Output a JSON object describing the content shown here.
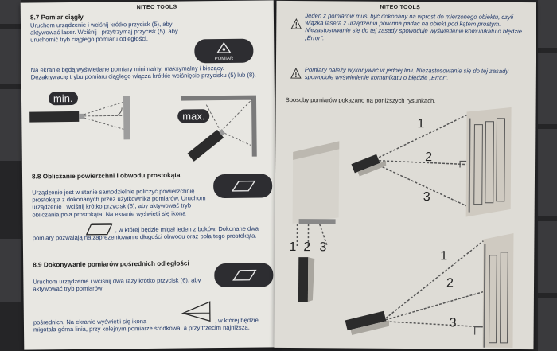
{
  "left_page": {
    "brand": "NITEO TOOLS",
    "s87": {
      "heading": "8.7 Pomiar ciągły",
      "p1": "Uruchom urządzenie i wciśnij krótko przycisk (5), aby aktywować laser. Wciśnij i przytrzymaj przycisk (5), aby uruchomić tryb ciągłego pomiaru odległości.",
      "p2": "Na ekranie będą wyświetlane pomiary minimalny, maksymalny i bieżący. Dezaktywację trybu pomiaru ciągłego włącza krótkie wciśnięcie przycisku (5) lub (8).",
      "button_label": "POMIAR",
      "min_label": "min.",
      "max_label": "max."
    },
    "s88": {
      "heading": "8.8 Obliczanie powierzchni i obwodu prostokąta",
      "p1": "Urządzenie jest w stanie samodzielnie policzyć powierzchnię prostokąta z dokonanych przez użytkownika pomiarów. Uruchom urządzenie i wciśnij krótko przycisk (6), aby aktywować tryb obliczania pola prostokąta. Na ekranie wyświetli się ikona",
      "p2": ", w której będzie migał jeden z boków. Dokonane dwa pomiary pozwalają na zaprezentowanie długości obwodu oraz pola tego prostokąta."
    },
    "s89": {
      "heading": "8.9 Dokonywanie pomiarów pośrednich odległości",
      "p1": "Uruchom urządzenie i wciśnij dwa razy krótko przycisk (6), aby aktywować tryb pomiarów",
      "p2": "pośrednich. Na ekranie wyświetli się ikona",
      "p3": ", w której będzie migotała górna linia, przy kolejnym pomiarze środkowa, a przy trzecim najniższa."
    }
  },
  "right_page": {
    "brand": "NITEO TOOLS",
    "note1": "Jeden z pomiarów musi być dokonany na wprost do mierzonego obiektu, czyli wiązka lasera z urządzenia powinna padać na obiekt pod kątem prostym. Niezastosowanie się do tej zasady spowoduje wyświetlenie komunikatu o błędzie „Error”.",
    "note2": "Pomiary należy wykonywać w jednej linii. Niezastosowanie się do tej zasady spowoduje wyświetlenie komunikatu o błędzie „Error”.",
    "caption": "Sposoby pomiarów pokazano na poniższych rysunkach.",
    "fig_labels": {
      "one": "1",
      "two": "2",
      "three": "3"
    }
  }
}
